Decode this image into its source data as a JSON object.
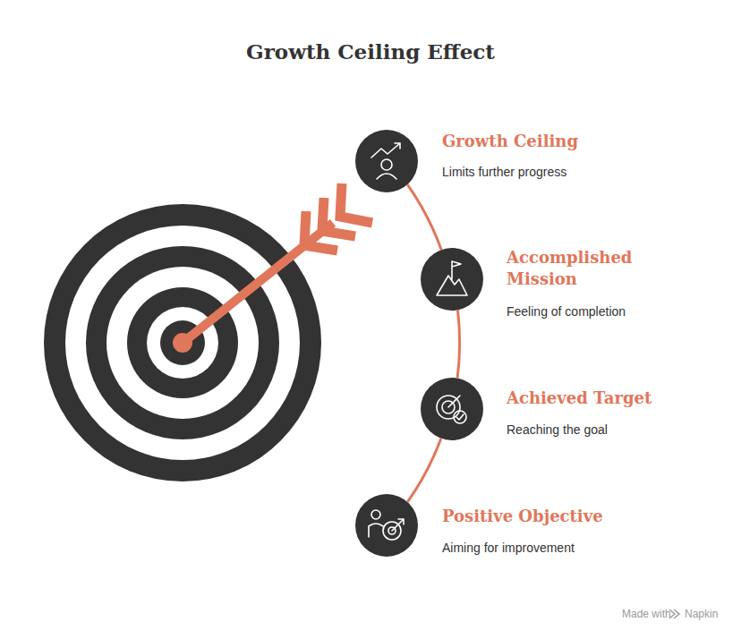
{
  "diagram": {
    "title": "Growth Ceiling Effect",
    "nodes": [
      {
        "text": [
          "Growth Ceiling",
          "Limits further progress"
        ]
      },
      {
        "text": [
          "Accomplished Mission",
          "Feeling of completion"
        ]
      },
      {
        "text": [
          "Achieved Target",
          "Reaching the goal"
        ]
      },
      {
        "text": [
          "Positive Objective",
          "Aiming for improvement"
        ]
      }
    ],
    "edges": [
      {
        "from": 0,
        "to": 1,
        "arrow": "none"
      },
      {
        "from": 1,
        "to": 2,
        "arrow": "none"
      },
      {
        "from": 2,
        "to": 3,
        "arrow": "none"
      }
    ],
    "labels": [
      "Made with",
      "Napkin"
    ]
  }
}
